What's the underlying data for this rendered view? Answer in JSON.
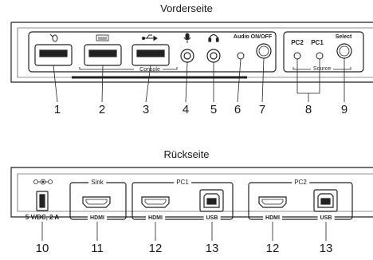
{
  "front": {
    "title": "Vorderseite",
    "console_label": "Console",
    "audio_label": "Audio ON/OFF",
    "pc2_label": "PC2",
    "pc1_label": "PC1",
    "select_label": "Select",
    "source_label": "Source",
    "callouts": [
      "1",
      "2",
      "3",
      "4",
      "5",
      "6",
      "7",
      "8",
      "9"
    ]
  },
  "rear": {
    "title": "Rückseite",
    "power_label": "5 V/DC, 2 A",
    "sink_label": "Sink",
    "pc1_label": "PC1",
    "pc2_label": "PC2",
    "hdmi_label": "HDMI",
    "usb_label": "USB",
    "callouts": [
      "10",
      "11",
      "12",
      "13",
      "12",
      "13"
    ]
  }
}
